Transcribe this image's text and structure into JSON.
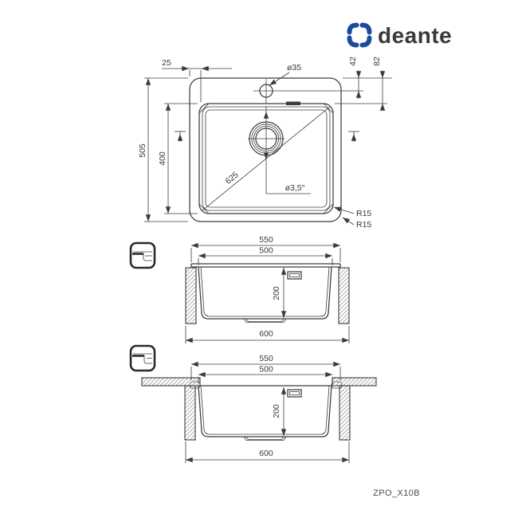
{
  "brand": {
    "wordmark": "deante",
    "color": "#1b4a9e"
  },
  "model_code": "ZPO_X10B",
  "colors": {
    "line": "#3c3c3c",
    "hatch": "#a3a3a3",
    "dim_text": "#3a3a3a",
    "model_text": "#4a4a4a"
  },
  "top_view": {
    "overall_depth_mm": "505",
    "bowl_depth_mm": "400",
    "rim_to_bowl_offset_mm": "25",
    "tap_hole_diameter": "ø35",
    "tap_hole_from_edge_mm": "42",
    "bowl_edge_from_edge_mm": "82",
    "bowl_diagonal_mm": "625",
    "drain_diameter": "ø3,5″",
    "bowl_corner_radius": "R15",
    "outer_corner_radius": "R15"
  },
  "section_inset_mount": {
    "overall_width_mm": "550",
    "bowl_width_mm": "500",
    "bowl_depth_mm": "200",
    "cabinet_width_mm": "600"
  },
  "section_flush_mount": {
    "overall_width_mm": "550",
    "bowl_width_mm": "500",
    "bowl_depth_mm": "200",
    "cabinet_width_mm": "600"
  }
}
